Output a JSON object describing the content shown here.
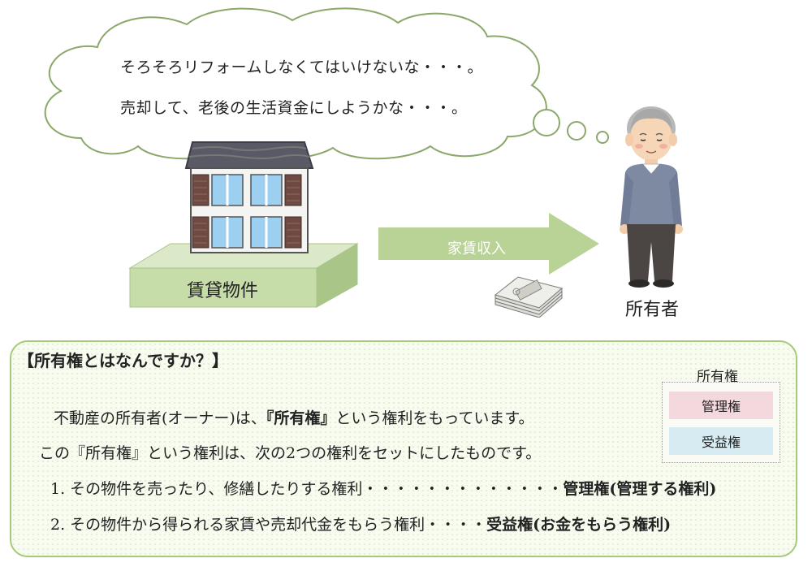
{
  "thought": {
    "line1": "そろそろリフォームしなくてはいけないな・・・。",
    "line2": "売却して、老後の生活資金にしようかな・・・。"
  },
  "property_label": "賃貸物件",
  "arrow_label": "家賃収入",
  "owner_label": "所有者",
  "info": {
    "title": "【所有権とはなんですか？】",
    "line1_pre": "不動産の所有者(オーナー)は、",
    "line1_bold": "『所有権』",
    "line1_post": "という権利をもっています。",
    "line2": "この『所有権』という権利は、次の2つの権利をセットにしたものです。",
    "item1_text": "1. その物件を売ったり、修繕したりする権利・・・・・・・・・・・・・",
    "item1_bold": "管理権(管理する権利)",
    "item2_text": "2. その物件から得られる家賃や売却代金をもらう権利・・・・",
    "item2_bold": "受益権(お金をもらう権利)"
  },
  "legend": {
    "title": "所有権",
    "items": [
      {
        "label": "管理権",
        "color": "#f3d8de"
      },
      {
        "label": "受益権",
        "color": "#d7ecf2"
      }
    ]
  },
  "colors": {
    "green_base": "#c6ddaa",
    "arrow_green": "#b9d396",
    "box_border": "#a6c97a"
  }
}
